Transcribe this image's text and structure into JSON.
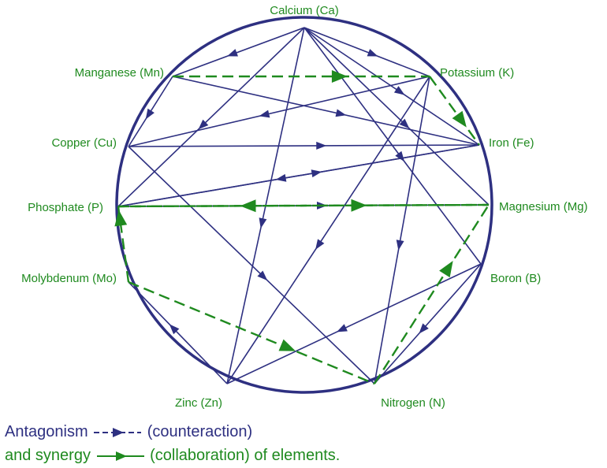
{
  "colors": {
    "antagonism": "#2e3081",
    "synergy": "#1f8a1f",
    "circle": "#2e3081"
  },
  "nodes": [
    {
      "id": "ca",
      "label": "Calcium (Ca)"
    },
    {
      "id": "k",
      "label": "Potassium (K)"
    },
    {
      "id": "fe",
      "label": "Iron (Fe)"
    },
    {
      "id": "mg",
      "label": "Magnesium (Mg)"
    },
    {
      "id": "b",
      "label": "Boron (B)"
    },
    {
      "id": "n",
      "label": "Nitrogen (N)"
    },
    {
      "id": "zn",
      "label": "Zinc (Zn)"
    },
    {
      "id": "mo",
      "label": "Molybdenum (Mo)"
    },
    {
      "id": "p",
      "label": "Phosphate (P)"
    },
    {
      "id": "cu",
      "label": "Copper (Cu)"
    },
    {
      "id": "mn",
      "label": "Manganese (Mn)"
    }
  ],
  "antagonism_edges": [
    [
      "ca",
      "mn"
    ],
    [
      "ca",
      "k"
    ],
    [
      "ca",
      "fe"
    ],
    [
      "ca",
      "mg"
    ],
    [
      "ca",
      "b"
    ],
    [
      "ca",
      "zn"
    ],
    [
      "ca",
      "p"
    ],
    [
      "mn",
      "fe"
    ],
    [
      "mn",
      "cu"
    ],
    [
      "k",
      "cu"
    ],
    [
      "k",
      "zn"
    ],
    [
      "k",
      "n"
    ],
    [
      "cu",
      "fe"
    ],
    [
      "cu",
      "n"
    ],
    [
      "p",
      "fe"
    ],
    [
      "fe",
      "p"
    ],
    [
      "b",
      "zn"
    ],
    [
      "b",
      "n"
    ],
    [
      "zn",
      "mo"
    ],
    [
      "p",
      "mg"
    ]
  ],
  "synergy_edges": [
    [
      "mn",
      "k"
    ],
    [
      "k",
      "fe"
    ],
    [
      "mg",
      "p"
    ],
    [
      "p",
      "mg"
    ],
    [
      "mo",
      "n"
    ],
    [
      "n",
      "mg"
    ],
    [
      "mo",
      "p"
    ]
  ],
  "legend": {
    "line1_prefix": "Antagonism",
    "line1_suffix": "(counteraction)",
    "line2_prefix": "and synergy",
    "line2_suffix": "(collaboration) of elements."
  }
}
